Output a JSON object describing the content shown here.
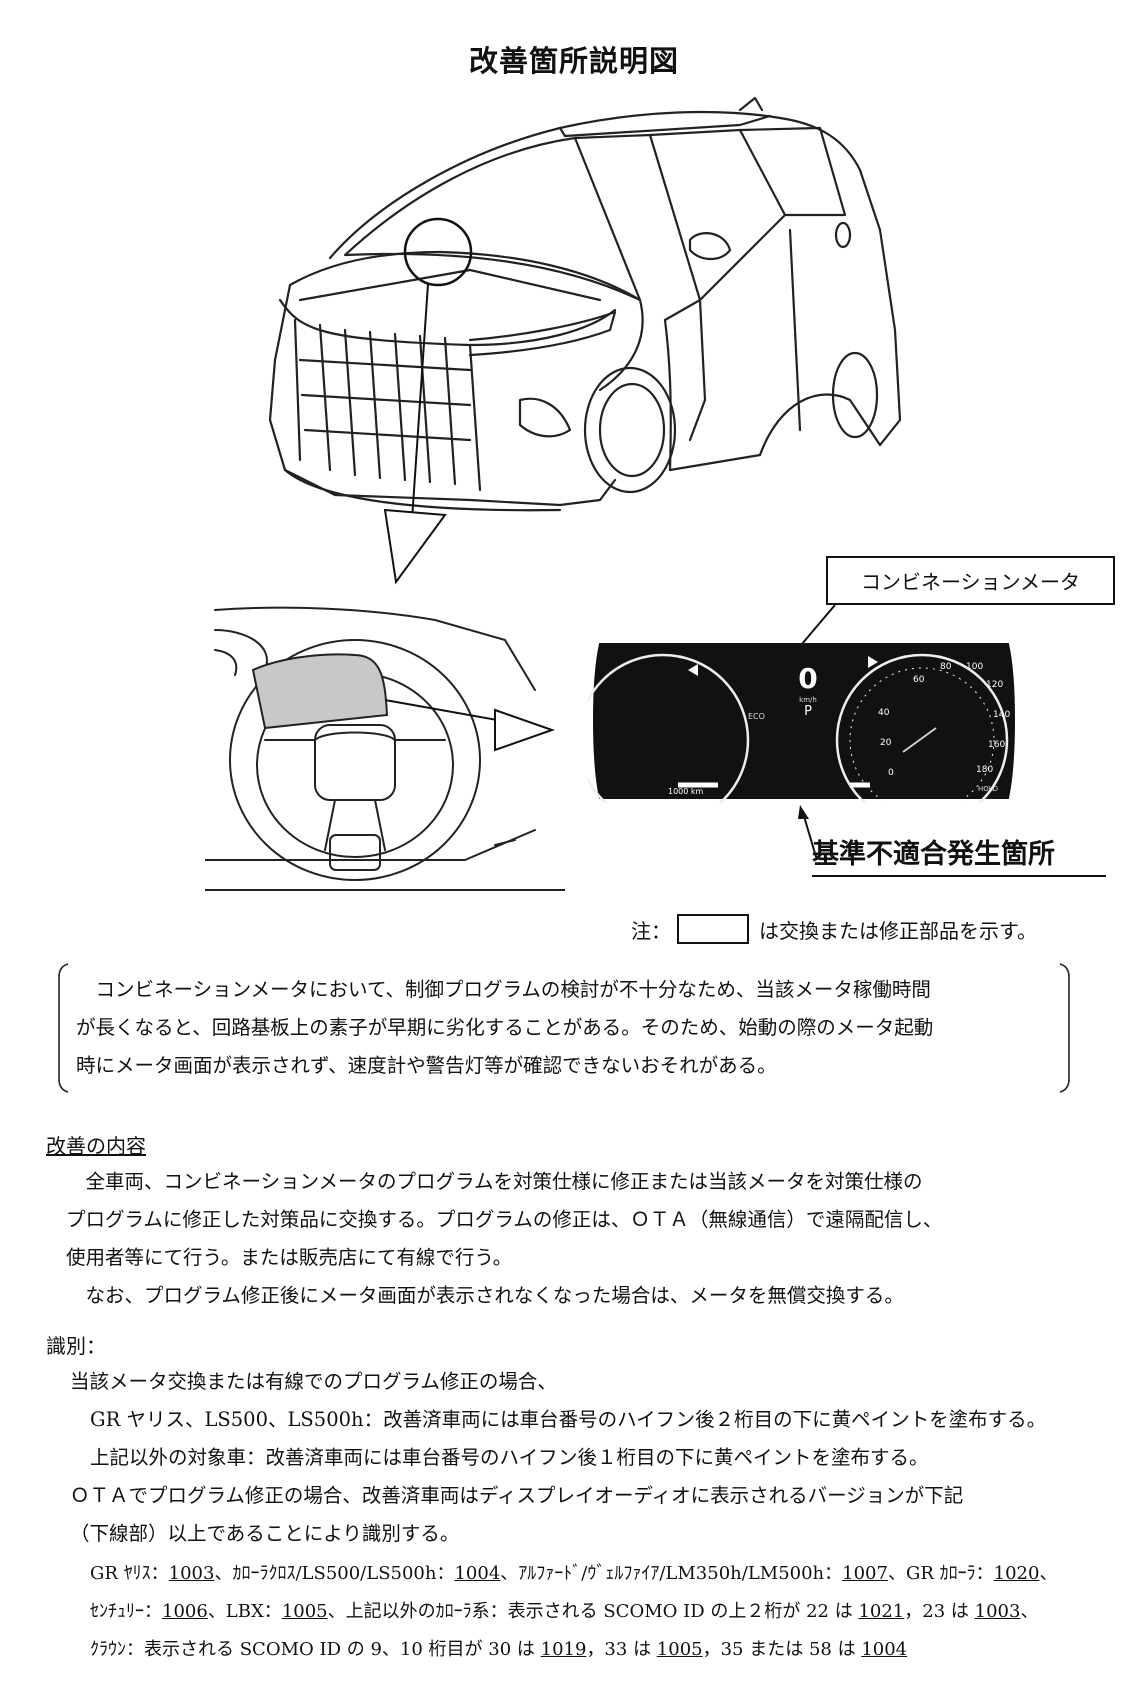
{
  "title": "改善箇所説明図",
  "labels": {
    "meter": "コンビネーションメータ",
    "defect_location": "基準不適合発生箇所",
    "note_prefix": "注：",
    "note_suffix": "は交換または修正部品を示す。"
  },
  "cluster": {
    "speed": "0",
    "speed_unit": "km/h",
    "gear": "P",
    "eco": "ECO",
    "odometer": "1000 km",
    "hold": "HOLD",
    "speedo_ticks": [
      "60",
      "80",
      "100",
      "120",
      "140",
      "160",
      "180"
    ],
    "power_ticks": [
      "40",
      "20",
      "0"
    ]
  },
  "description": [
    "　コンビネーションメータにおいて、制御プログラムの検討が不十分なため、当該メータ稼働時間",
    "が長くなると、回路基板上の素子が早期に劣化することがある。そのため、始動の際のメータ起動",
    "時にメータ画面が表示されず、速度計や警告灯等が確認できないおそれがある。"
  ],
  "improvement": {
    "heading": "改善の内容",
    "lines": [
      "　全車両、コンビネーションメータのプログラムを対策仕様に修正または当該メータを対策仕様の",
      "プログラムに修正した対策品に交換する。プログラムの修正は、ＯＴＡ（無線通信）で遠隔配信し、",
      "使用者等にて行う。または販売店にて有線で行う。",
      "　なお、プログラム修正後にメータ画面が表示されなくなった場合は、メータを無償交換する。"
    ]
  },
  "identification": {
    "heading": "識別：",
    "lines": [
      "当該メータ交換または有線でのプログラム修正の場合、",
      "GR ヤリス、LS500、LS500h：改善済車両には車台番号のハイフン後２桁目の下に黄ペイントを塗布する。",
      "上記以外の対象車：改善済車両には車台番号のハイフン後１桁目の下に黄ペイントを塗布する。",
      "ＯＴＡでプログラム修正の場合、改善済車両はディスプレイオーディオに表示されるバージョンが下記",
      "（下線部）以上であることにより識別する。"
    ],
    "versions": {
      "line1": [
        {
          "t": "GR ﾔﾘｽ：",
          "u": false
        },
        {
          "t": "1003",
          "u": true
        },
        {
          "t": "、ｶﾛｰﾗｸﾛｽ/LS500/LS500h：",
          "u": false
        },
        {
          "t": "1004",
          "u": true
        },
        {
          "t": "、ｱﾙﾌｧｰﾄﾞ/ｳﾞｪﾙﾌｧｲｱ/LM350h/LM500h：",
          "u": false
        },
        {
          "t": "1007",
          "u": true
        },
        {
          "t": "、GR ｶﾛｰﾗ：",
          "u": false
        },
        {
          "t": "1020",
          "u": true
        },
        {
          "t": "、",
          "u": false
        }
      ],
      "line2": [
        {
          "t": "ｾﾝﾁｭﾘｰ：",
          "u": false
        },
        {
          "t": "1006",
          "u": true
        },
        {
          "t": "、LBX：",
          "u": false
        },
        {
          "t": "1005",
          "u": true
        },
        {
          "t": "、上記以外のｶﾛｰﾗ系：表示される SCOMO ID の上２桁が 22 は ",
          "u": false
        },
        {
          "t": "1021",
          "u": true
        },
        {
          "t": "，23 は ",
          "u": false
        },
        {
          "t": "1003",
          "u": true
        },
        {
          "t": "、",
          "u": false
        }
      ],
      "line3": [
        {
          "t": "ｸﾗｳﾝ：表示される SCOMO ID の 9、10 桁目が 30 は ",
          "u": false
        },
        {
          "t": "1019",
          "u": true
        },
        {
          "t": "，33 は ",
          "u": false
        },
        {
          "t": "1005",
          "u": true
        },
        {
          "t": "，35 または 58 は ",
          "u": false
        },
        {
          "t": "1004",
          "u": true
        }
      ]
    }
  }
}
